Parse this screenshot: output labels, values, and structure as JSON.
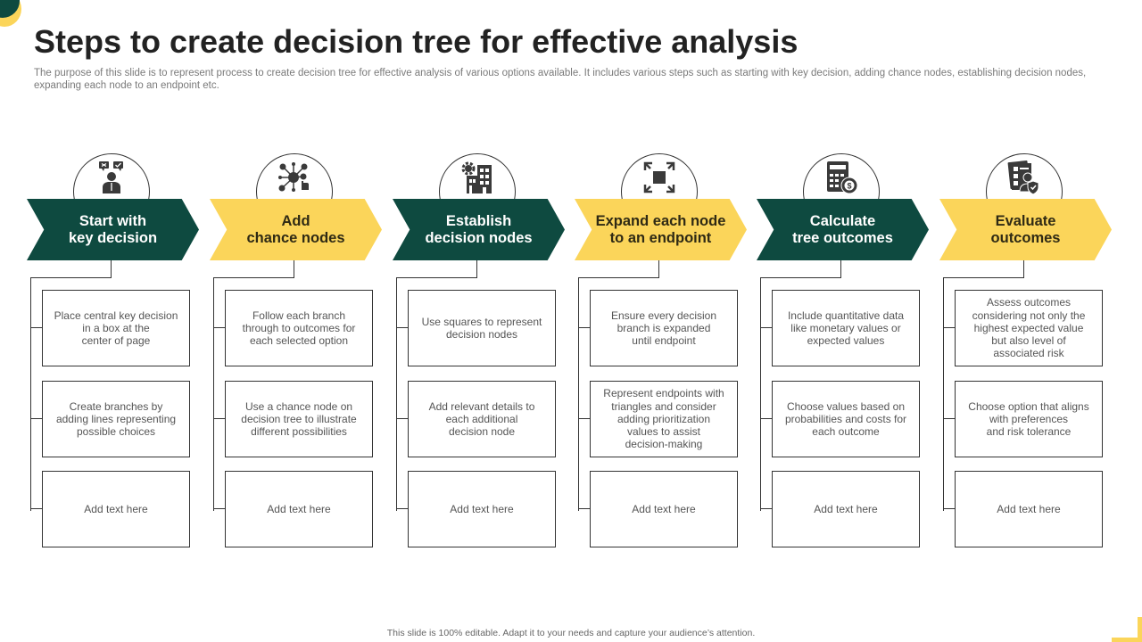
{
  "slide": {
    "title": "Steps to create decision tree for effective analysis",
    "subtitle": "The purpose of this slide is to represent process to create decision tree for effective  analysis of various options available. It includes various steps such as starting with key decision, adding chance nodes, establishing decision nodes, expanding each node to an endpoint etc.",
    "footer": "This slide is 100% editable.  Adapt it to your needs and capture your audience’s attention."
  },
  "colors": {
    "dark_green": "#0e4a40",
    "yellow": "#fbd55a",
    "icon_gray": "#3a3a3a",
    "box_text": "#555555"
  },
  "steps": [
    {
      "title": "Start with\nkey decision",
      "style": "green",
      "icon": "decision-person-icon",
      "boxes": [
        "Place central key decision\nin a box at the\ncenter of page",
        "Create branches by\nadding lines representing\npossible choices",
        "Add text here"
      ]
    },
    {
      "title": "Add\nchance nodes",
      "style": "yellow",
      "icon": "network-nodes-icon",
      "boxes": [
        "Follow each branch\nthrough to outcomes for\neach selected option",
        "Use a chance node on\ndecision tree to illustrate\ndifferent possibilities",
        "Add text here"
      ]
    },
    {
      "title": "Establish\ndecision nodes",
      "style": "green",
      "icon": "building-gear-icon",
      "boxes": [
        "Use squares to represent\ndecision nodes",
        "Add relevant details to\neach additional\ndecision node",
        "Add text here"
      ]
    },
    {
      "title": "Expand each node\nto an endpoint",
      "style": "yellow",
      "icon": "expand-arrows-icon",
      "boxes": [
        "Ensure every decision\nbranch is expanded\nuntil endpoint",
        "Represent endpoints with\ntriangles and consider\nadding prioritization\nvalues to assist\ndecision-making",
        "Add text here"
      ]
    },
    {
      "title": "Calculate\ntree outcomes",
      "style": "green",
      "icon": "calculator-dollar-icon",
      "boxes": [
        "Include quantitative data\nlike monetary values or\nexpected values",
        "Choose values based on\nprobabilities and costs for\neach outcome",
        "Add text here"
      ]
    },
    {
      "title": "Evaluate\noutcomes",
      "style": "yellow",
      "icon": "checklist-shield-icon",
      "boxes": [
        "Assess outcomes\nconsidering not only the\nhighest expected value\nbut also level of\nassociated risk",
        "Choose option that aligns\nwith preferences\nand risk tolerance",
        "Add text here"
      ]
    }
  ]
}
